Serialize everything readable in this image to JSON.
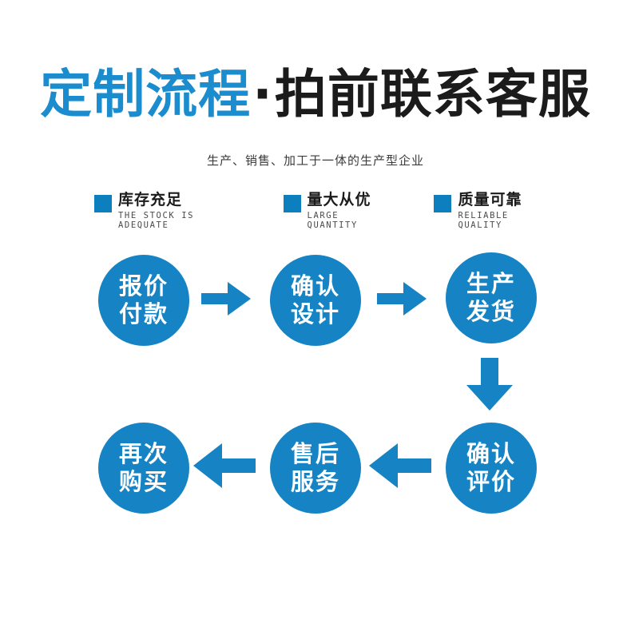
{
  "title": {
    "highlight": "定制流程",
    "separator": "·",
    "rest": "拍前联系客服"
  },
  "subtitle": "生产、销售、加工于一体的生产型企业",
  "features": [
    {
      "cn": "库存充足",
      "en": "THE STOCK IS ADEQUATE",
      "icon": "square-marker-icon"
    },
    {
      "cn": "量大从优",
      "en": "LARGE QUANTITY",
      "icon": "square-marker-icon"
    },
    {
      "cn": "质量可靠",
      "en": "RELIABLE QUALITY",
      "icon": "square-marker-icon"
    }
  ],
  "flow": {
    "steps": [
      {
        "index": 1,
        "line1": "报价",
        "line2": "付款"
      },
      {
        "index": 2,
        "line1": "确认",
        "line2": "设计"
      },
      {
        "index": 3,
        "line1": "生产",
        "line2": "发货"
      },
      {
        "index": 4,
        "line1": "确认",
        "line2": "评价"
      },
      {
        "index": 5,
        "line1": "售后",
        "line2": "服务"
      },
      {
        "index": 6,
        "line1": "再次",
        "line2": "购买"
      }
    ],
    "connectors": [
      {
        "id": "arrow-1-to-2",
        "direction": "right",
        "icon": "arrow-right-icon"
      },
      {
        "id": "arrow-2-to-3",
        "direction": "right",
        "icon": "arrow-right-icon"
      },
      {
        "id": "arrow-3-to-4",
        "direction": "down",
        "icon": "arrow-down-icon"
      },
      {
        "id": "arrow-4-to-5",
        "direction": "left",
        "icon": "arrow-left-icon"
      },
      {
        "id": "arrow-5-to-6",
        "direction": "left",
        "icon": "arrow-left-icon"
      }
    ]
  },
  "colors": {
    "brand_blue": "#1684c4",
    "title_blue": "#1b8cce",
    "marker_blue": "#0d7fbe",
    "title_dark": "#1b1b1b",
    "background": "#ffffff",
    "node_text": "#ffffff"
  }
}
